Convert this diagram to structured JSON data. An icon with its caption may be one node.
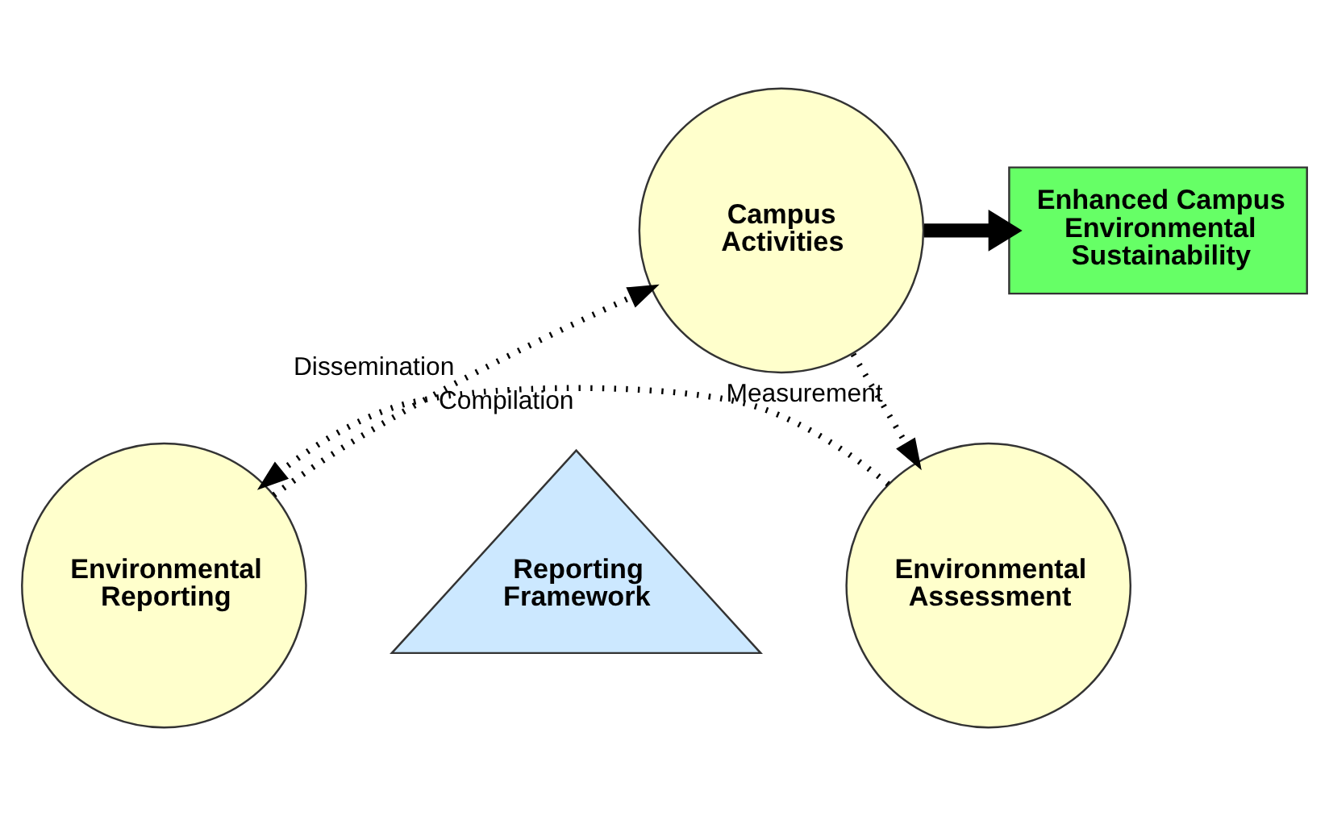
{
  "diagram": {
    "nodes": [
      {
        "text": [
          "Campus Activities"
        ]
      },
      {
        "text": [
          "Enhanced Campus Environmental Sustainability"
        ]
      },
      {
        "text": [
          "Reporting Framework"
        ]
      },
      {
        "text": [
          "Environmental Reporting"
        ]
      },
      {
        "text": [
          "Environmental Assessment"
        ]
      }
    ],
    "edges": [
      {
        "from": 0,
        "to": 1,
        "arrow": "to",
        "style": "thick"
      },
      {
        "from": 0,
        "to": 4,
        "arrow": "to",
        "style": "dashed",
        "label": "Measurement"
      },
      {
        "from": 4,
        "to": 3,
        "arrow": "to",
        "style": "dashed",
        "label": "Compilation"
      },
      {
        "from": 3,
        "to": 0,
        "arrow": "to",
        "style": "dashed",
        "label": "Dissemination"
      }
    ]
  }
}
